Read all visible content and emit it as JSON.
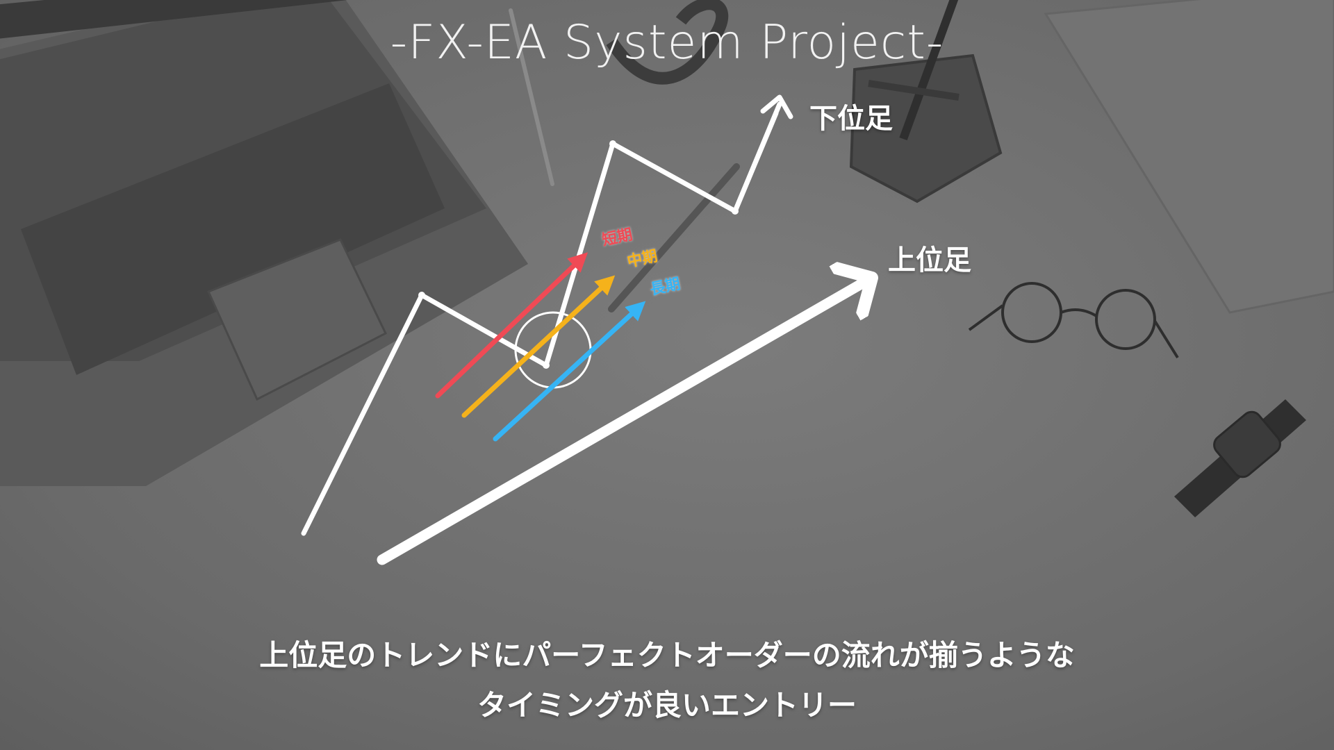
{
  "title": "-FX-EA System Project-",
  "labels": {
    "lower_timeframe": "下位足",
    "higher_timeframe": "上位足",
    "short_term": "短期",
    "mid_term": "中期",
    "long_term": "長期"
  },
  "caption": {
    "line1": "上位足のトレンドにパーフェクトオーダーの流れが揃うような",
    "line2": "タイミングが良いエントリー"
  },
  "colors": {
    "short_term": "#f04a55",
    "mid_term": "#f5b21b",
    "long_term": "#36b4f5",
    "lines": "#ffffff"
  }
}
